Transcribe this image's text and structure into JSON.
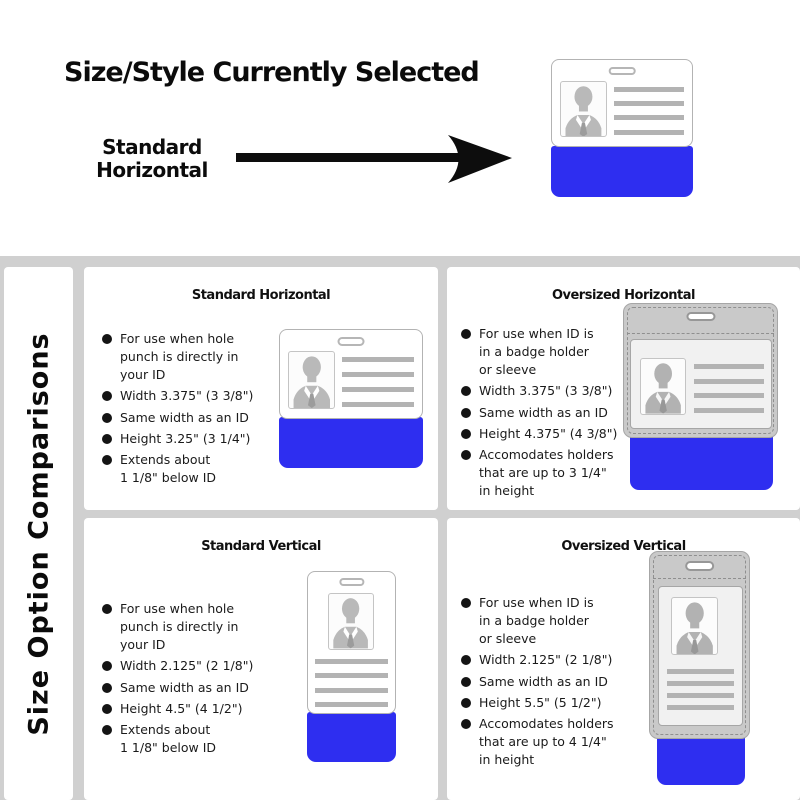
{
  "top_section": {
    "title": "Size/Style Currently Selected",
    "selected_label": "Standard Horizontal"
  },
  "sidebar": {
    "title": "Size Option Comparisons"
  },
  "quadrants": [
    {
      "title": "Standard Horizontal",
      "bullets": [
        "For use when hole\npunch is directly in\nyour ID",
        "Width 3.375\" (3 3/8\")",
        "Same width as an ID",
        "Height 3.25\" (3 1/4\")",
        "Extends about\n1 1/8\" below ID"
      ]
    },
    {
      "title": "Oversized Horizontal",
      "bullets": [
        "For use when ID is\nin a badge holder\nor sleeve",
        "Width 3.375\" (3 3/8\")",
        "Same width as an ID",
        "Height 4.375\" (4 3/8\")",
        "Accomodates holders\nthat are up to 3 1/4\"\nin height"
      ]
    },
    {
      "title": "Standard Vertical",
      "bullets": [
        "For use when hole\npunch is directly in\nyour ID",
        "Width 2.125\" (2 1/8\")",
        "Same width as an ID",
        "Height 4.5\" (4 1/2\")",
        "Extends about\n1 1/8\" below ID"
      ]
    },
    {
      "title": "Oversized Vertical",
      "bullets": [
        "For use when ID is\nin a badge holder\nor sleeve",
        "Width 2.125\" (2 1/8\")",
        "Same width as an ID",
        "Height 5.5\" (5 1/2\")",
        "Accomodates holders\nthat are up to 4 1/4\"\nin height"
      ]
    }
  ],
  "colors": {
    "accent_blue": "#2e2ef0",
    "divider_gray": "#d0d0d0",
    "holder_gray": "#c9c9c9",
    "card_line_gray": "#b3b3b3"
  },
  "icons": {
    "arrow": "arrow-right-icon",
    "person": "person-silhouette-icon",
    "bullet": "bullet-icon"
  }
}
